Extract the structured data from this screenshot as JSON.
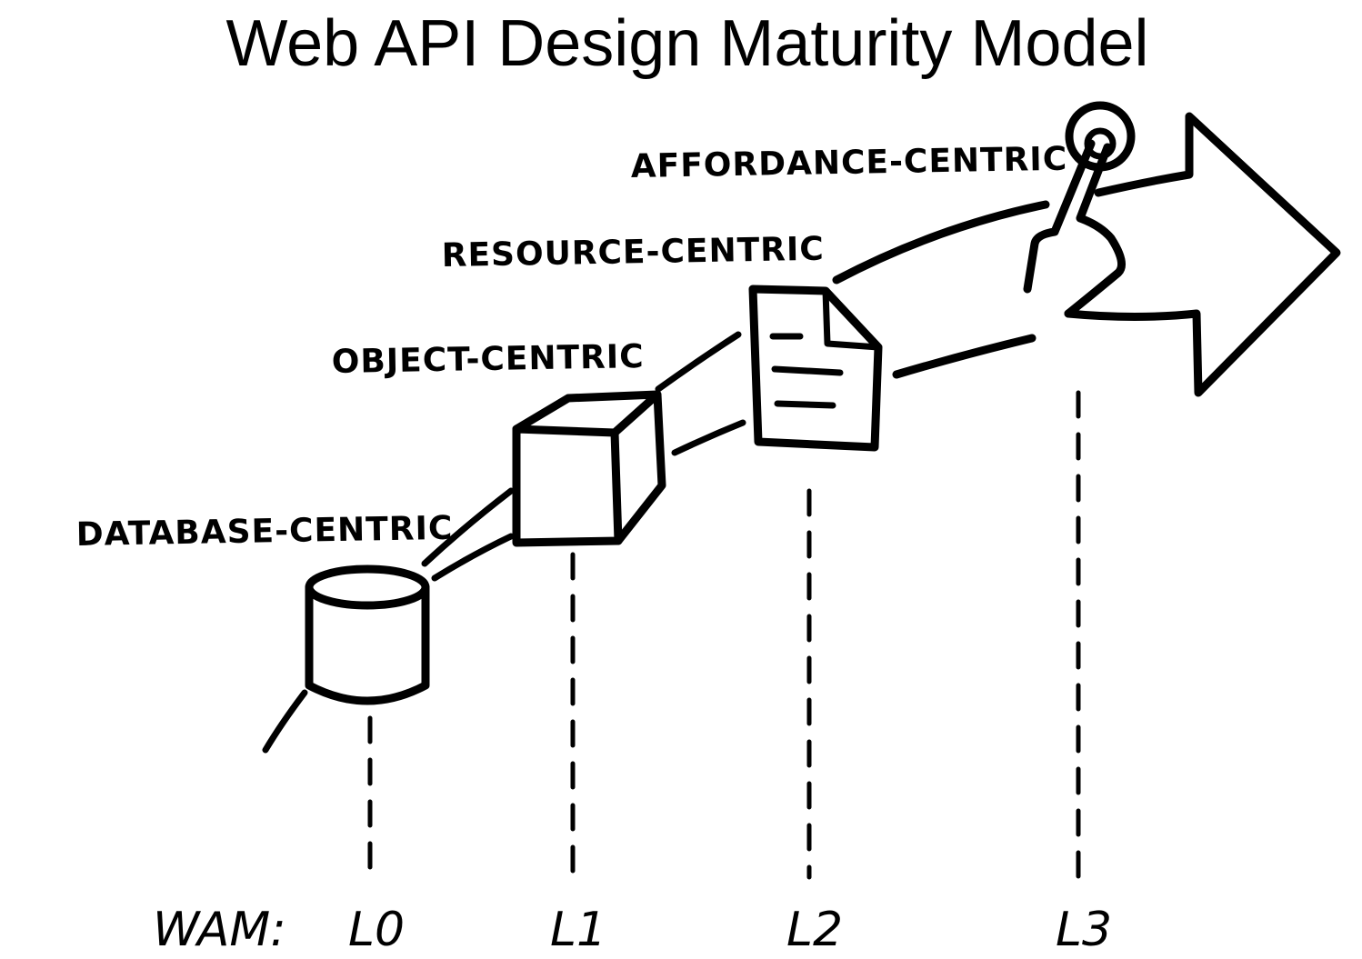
{
  "title": "Web API Design Maturity Model",
  "stages": [
    {
      "label": "DATABASE-CENTRIC",
      "icon": "database-icon"
    },
    {
      "label": "OBJECT-CENTRIC",
      "icon": "cube-icon"
    },
    {
      "label": "RESOURCE-CENTRIC",
      "icon": "document-icon"
    },
    {
      "label": "AFFORDANCE-CENTRIC",
      "icon": "lever-icon"
    }
  ],
  "scale": {
    "prefix": "WAM:",
    "levels": [
      "L0",
      "L1",
      "L2",
      "L3"
    ]
  },
  "colors": {
    "ink": "#000000",
    "background": "#ffffff"
  }
}
